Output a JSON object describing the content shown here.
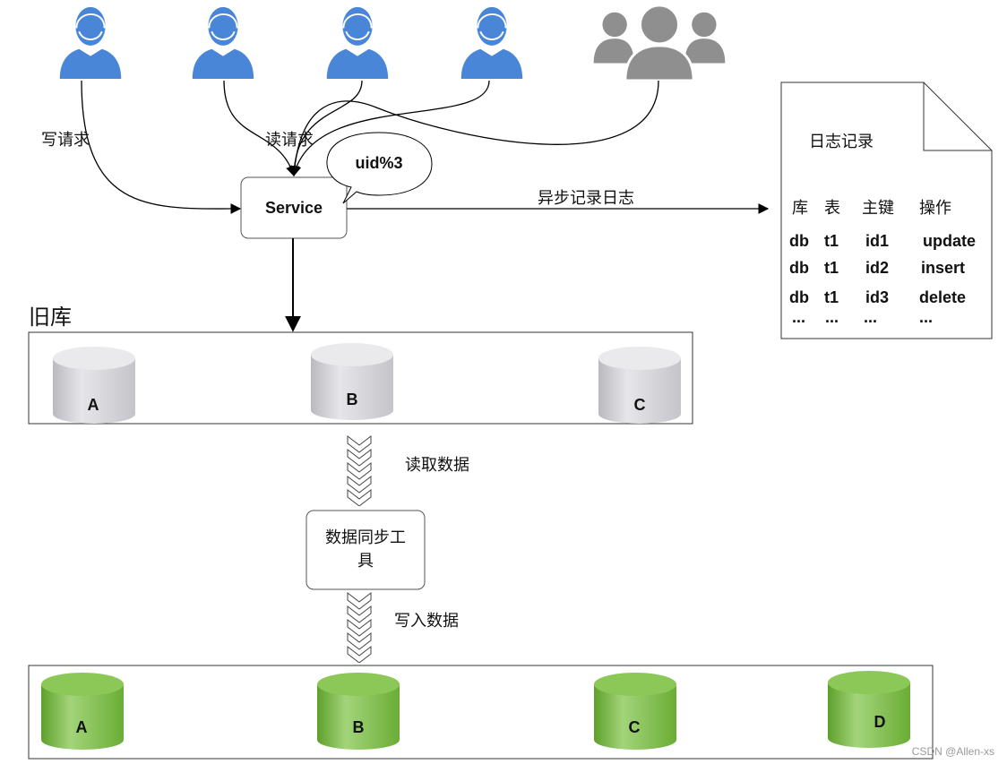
{
  "users": [
    {
      "type": "single"
    },
    {
      "type": "single"
    },
    {
      "type": "single"
    },
    {
      "type": "single"
    },
    {
      "type": "group"
    }
  ],
  "colors": {
    "user_blue": "#4a86d8",
    "group_gray": "#8f8f8f",
    "old_db_gray": "#d0d0d4",
    "new_db_green": "#79b83f"
  },
  "labels": {
    "write_request": "写请求",
    "read_request": "读请求",
    "service": "Service",
    "callout": "uid%3",
    "async_log": "异步记录日志",
    "old_db_title": "旧库",
    "read_data": "读取数据",
    "sync_tool_line1": "数据同步工",
    "sync_tool_line2": "具",
    "write_data": "写入数据",
    "watermark": "CSDN @Allen-xs"
  },
  "log_doc": {
    "title": "日志记录",
    "headers": [
      "库",
      "表",
      "主键",
      "操作"
    ],
    "rows": [
      [
        "db",
        "t1",
        "id1",
        "update"
      ],
      [
        "db",
        "t1",
        "id2",
        "insert"
      ],
      [
        "db",
        "t1",
        "id3",
        "delete"
      ],
      [
        "...",
        "...",
        "...",
        "..."
      ]
    ]
  },
  "old_dbs": [
    "A",
    "B",
    "C"
  ],
  "new_dbs": [
    "A",
    "B",
    "C",
    "D"
  ]
}
